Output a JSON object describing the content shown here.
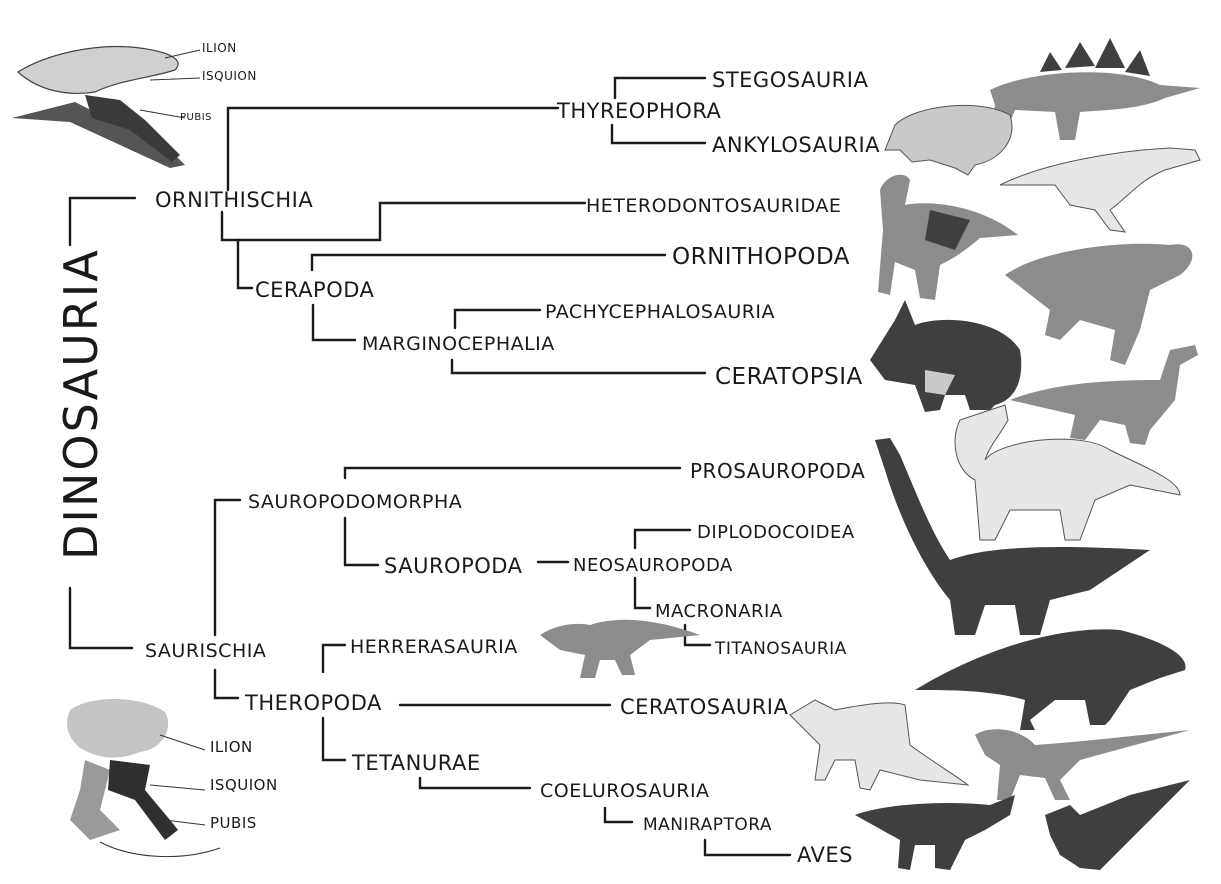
{
  "title": "DINOSAURIA",
  "clades": {
    "ornithischia": "ORNITHISCHIA",
    "thyreophora": "THYREOPHORA",
    "stegosauria": "STEGOSAURIA",
    "ankylosauria": "ANKYLOSAURIA",
    "heterodontosauridae": "HETERODONTOSAURIDAE",
    "ornithopoda": "ORNITHOPODA",
    "cerapoda": "CERAPODA",
    "pachycephalosauria": "PACHYCEPHALOSAURIA",
    "marginocephalia": "MARGINOCEPHALIA",
    "ceratopsia": "CERATOPSIA",
    "saurischia": "SAURISCHIA",
    "sauropodomorpha": "SAUROPODOMORPHA",
    "prosauropoda": "PROSAUROPODA",
    "sauropoda": "SAUROPODA",
    "neosauropoda": "NEOSAUROPODA",
    "diplodocoidea": "DIPLODOCOIDEA",
    "macronaria": "MACRONARIA",
    "titanosauria": "TITANOSAURIA",
    "herrerasauria": "HERRERASAURIA",
    "theropoda": "THEROPODA",
    "ceratosauria": "CERATOSAURIA",
    "tetanurae": "TETANURAE",
    "coelurosauria": "COELUROSAURIA",
    "maniraptora": "MANIRAPTORA",
    "aves": "AVES"
  },
  "pelvis_ornithischian": {
    "ilion": "ILION",
    "isquion": "ISQUION",
    "pubis": "PUBIS"
  },
  "pelvis_saurischian": {
    "ilion": "ILION",
    "isquion": "ISQUION",
    "pubis": "PUBIS"
  },
  "colors": {
    "ink": "#1a1a1a",
    "dark": "#3f3f3f",
    "mid": "#8c8c8c",
    "light": "#c9c9c9"
  }
}
